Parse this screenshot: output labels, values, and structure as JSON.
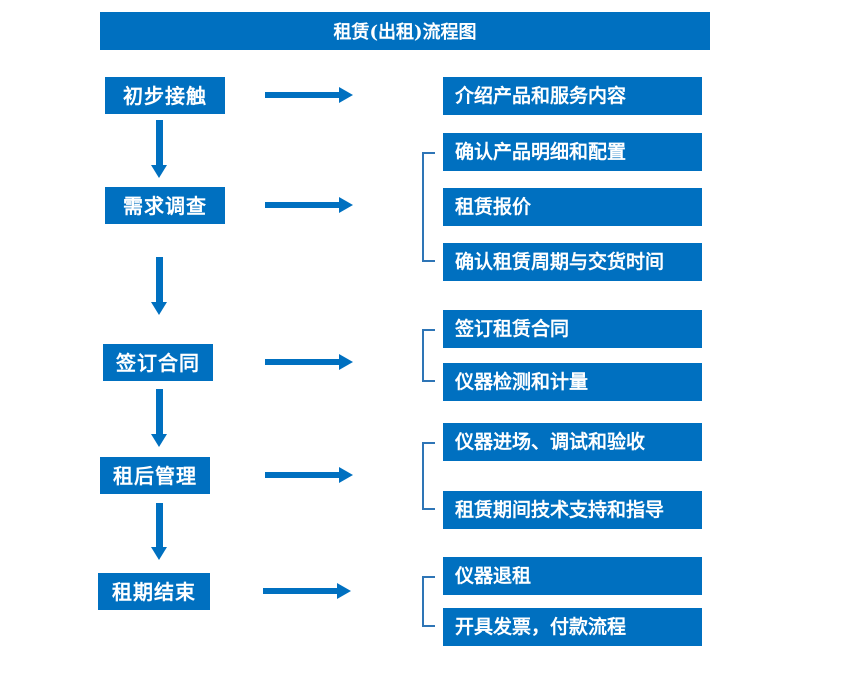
{
  "title": "租赁(出租)流程图",
  "colors": {
    "primary": "#0070c0",
    "connector": "#2e75b6",
    "text": "#ffffff",
    "background": "#ffffff"
  },
  "steps": [
    {
      "label": "初步接触",
      "details": [
        "介绍产品和服务内容"
      ]
    },
    {
      "label": "需求调查",
      "details": [
        "确认产品明细和配置",
        "租赁报价",
        "确认租赁周期与交货时间"
      ]
    },
    {
      "label": "签订合同",
      "details": [
        "签订租赁合同",
        "仪器检测和计量"
      ]
    },
    {
      "label": "租后管理",
      "details": [
        "仪器进场、调试和验收",
        "租赁期间技术支持和指导"
      ]
    },
    {
      "label": "租期结束",
      "details": [
        "仪器退租",
        "开具发票，付款流程"
      ]
    }
  ]
}
